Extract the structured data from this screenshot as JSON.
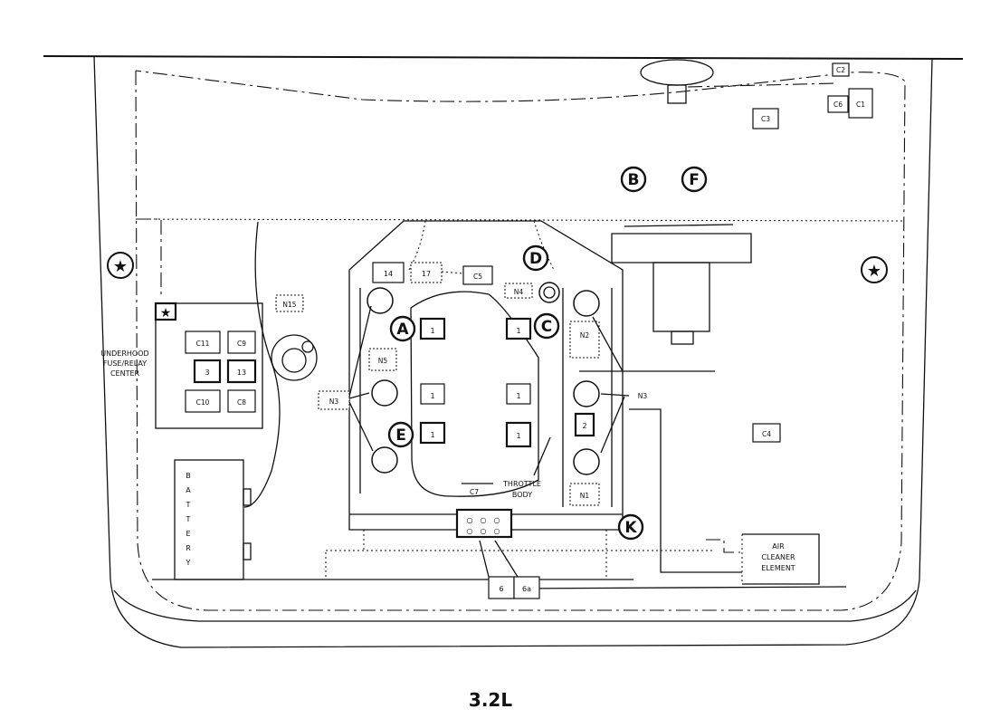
{
  "diagram": {
    "caption": "3.2L",
    "callouts": [
      "A",
      "B",
      "C",
      "D",
      "E",
      "F",
      "K"
    ],
    "connectors": {
      "c14": "14",
      "c17": "17",
      "c5": "C5",
      "n4": "N4",
      "n15": "N15",
      "n5": "N5",
      "n2": "N2",
      "n3_left": "N3",
      "n3_right": "N3",
      "n1": "N1",
      "c7": "C7",
      "c2": "C2",
      "c6": "C6",
      "c1": "C1",
      "c3": "C3",
      "c4": "C4",
      "c6bottom": "6",
      "c6a": "6a",
      "c2num": "2"
    },
    "coils": [
      "1",
      "1",
      "1",
      "1",
      "1",
      "1"
    ],
    "fuse_center": {
      "label_lines": [
        "UNDERHOOD",
        "FUSE/RELAY",
        "CENTER"
      ],
      "cells": [
        "C11",
        "C9",
        "3",
        "13",
        "C10",
        "C8"
      ]
    },
    "battery_letters": [
      "B",
      "A",
      "T",
      "T",
      "E",
      "R",
      "Y"
    ],
    "throttle_body_lines": [
      "THROTTLE",
      "BODY"
    ],
    "air_cleaner_lines": [
      "AIR",
      "CLEANER",
      "ELEMENT"
    ],
    "harness_connector_pins": [
      "○",
      "○",
      "○",
      "○",
      "○",
      "○"
    ]
  }
}
